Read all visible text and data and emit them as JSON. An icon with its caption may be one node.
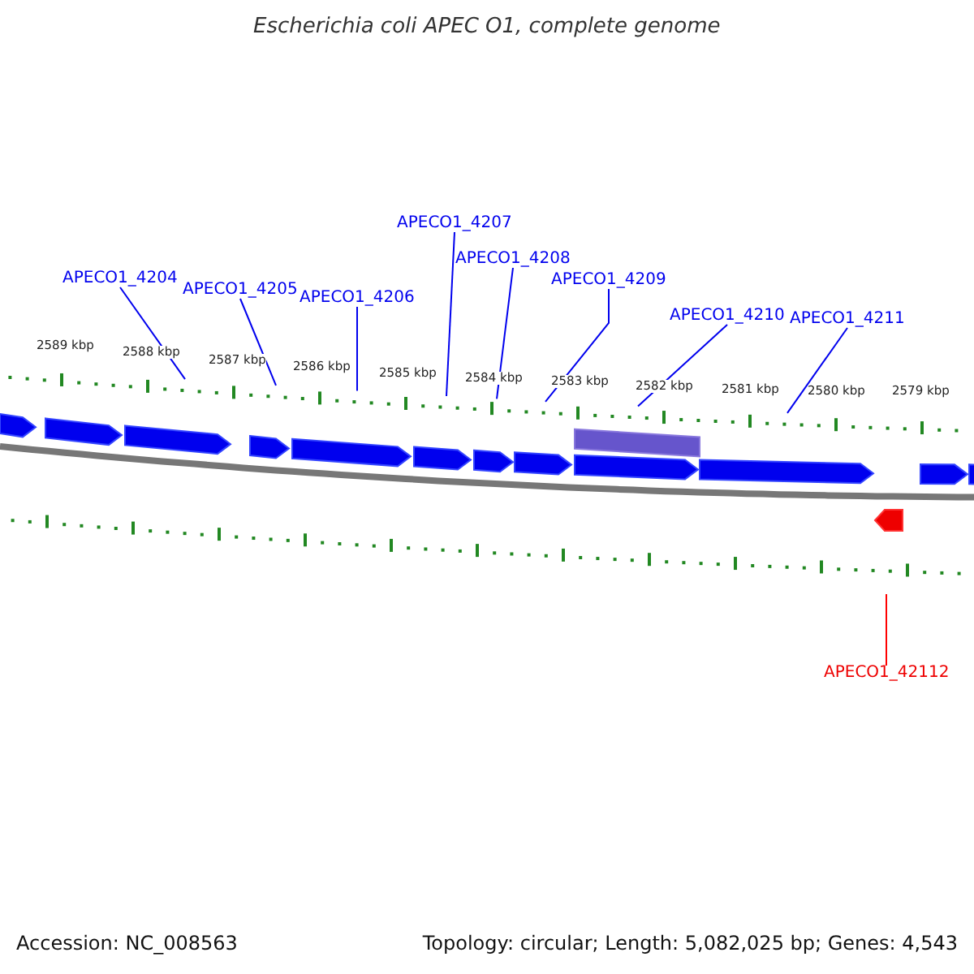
{
  "diagram": {
    "title": "Escherichia coli APEC O1, complete genome",
    "nodes": [
      {
        "text": [
          "APECO1_4204"
        ]
      },
      {
        "text": [
          "APECO1_4205"
        ]
      },
      {
        "text": [
          "APECO1_4206"
        ]
      },
      {
        "text": [
          "APECO1_4207"
        ]
      },
      {
        "text": [
          "APECO1_4208"
        ]
      },
      {
        "text": [
          "APECO1_4209"
        ]
      },
      {
        "text": [
          "APECO1_4210"
        ]
      },
      {
        "text": [
          "APECO1_4211"
        ]
      },
      {
        "text": [
          "APECO1_42112"
        ]
      }
    ],
    "edges": [
      {
        "from": 0,
        "to": null,
        "arrow": "none"
      },
      {
        "from": 1,
        "to": null,
        "arrow": "none"
      },
      {
        "from": 2,
        "to": null,
        "arrow": "none"
      },
      {
        "from": 3,
        "to": null,
        "arrow": "none"
      },
      {
        "from": 4,
        "to": null,
        "arrow": "none"
      },
      {
        "from": 5,
        "to": null,
        "arrow": "none"
      },
      {
        "from": 6,
        "to": null,
        "arrow": "none"
      },
      {
        "from": 7,
        "to": null,
        "arrow": "none"
      },
      {
        "from": 8,
        "to": null,
        "arrow": "none",
        "color": "#ff0000"
      }
    ],
    "labels": [
      "2589 kbp",
      "2588 kbp",
      "2587 kbp",
      "2586 kbp",
      "2585 kbp",
      "2584 kbp",
      "2583 kbp",
      "2582 kbp",
      "2581 kbp",
      "2580 kbp",
      "2579 kbp",
      "Accession: NC_008563",
      "Topology: circular; Length: 5,082,025 bp; Genes: 4,543"
    ]
  }
}
